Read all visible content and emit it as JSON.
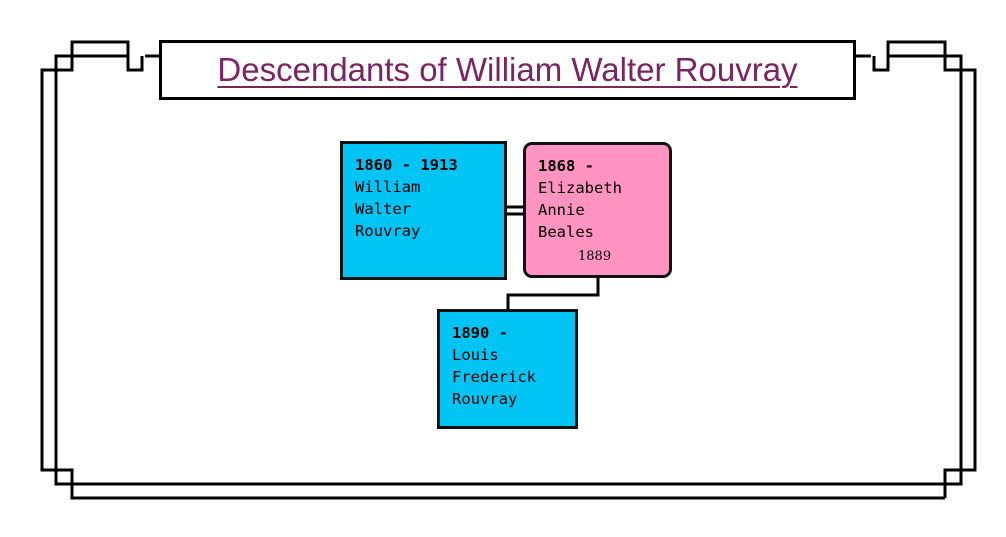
{
  "chart": {
    "title": "Descendants of William Walter Rouvray"
  },
  "people": {
    "william": {
      "dates": "1860 - 1913",
      "name_lines": [
        "William",
        "Walter",
        "Rouvray"
      ]
    },
    "elizabeth": {
      "dates": "1868 -",
      "name_lines": [
        "Elizabeth",
        "Annie",
        "Beales"
      ]
    },
    "louis": {
      "dates": "1890 -",
      "name_lines": [
        "Louis",
        "Frederick",
        "Rouvray"
      ]
    }
  },
  "marriage": {
    "year": "1889"
  },
  "colors": {
    "male_box": "#00c4f4",
    "female_box": "#ff94c2",
    "title_text": "#7b2460",
    "border": "#000000"
  }
}
